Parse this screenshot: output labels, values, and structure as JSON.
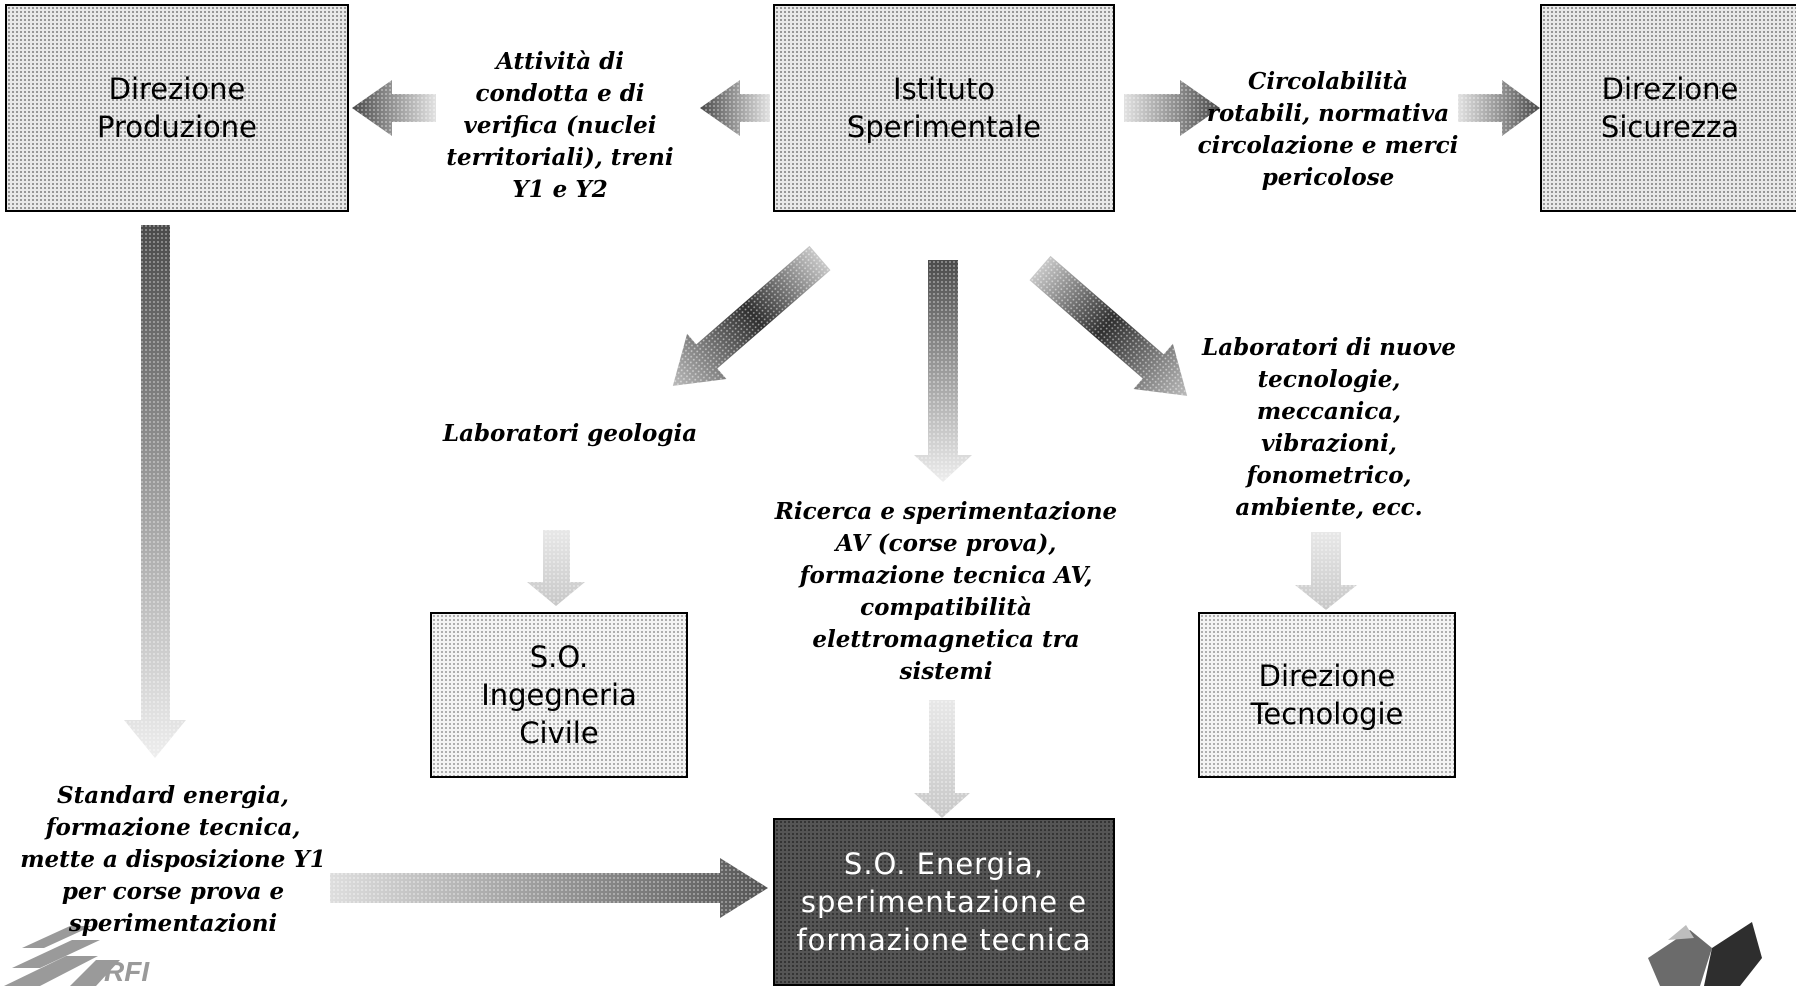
{
  "boxes": {
    "istituto": "Istituto\nSperimentale",
    "produzione": "Direzione\nProduzione",
    "sicurezza": "Direzione\nSicurezza",
    "ingegneria": "S.O.\nIngegneria\nCivile",
    "tecnologie": "Direzione\nTecnologie",
    "energia": "S.O. Energia,\nsperimentazione e\nformazione tecnica"
  },
  "labels": {
    "produzione_link": "Attività di\ncondotta e di\nverifica (nuclei\nterritoriali), treni\nY1 e Y2",
    "sicurezza_link": "Circolabilità\nrotabili, normativa\ncircolazione e merci\npericolose",
    "geologia": "Laboratori geologia",
    "ricerca": "Ricerca e sperimentazione\nAV (corse prova),\nformazione tecnica AV,\ncompatibilità\nelettromagnetica tra\nsistemi",
    "laboratori_nuove": "Laboratori di nuove\ntecnologie,\nmeccanica,\nvibrazioni,\nfonometrico,\nambiente, ecc.",
    "standard_energia": "Standard energia,\nformazione tecnica,\nmette a disposizione Y1\nper corse prova e\nsperimentazioni"
  },
  "logo": {
    "text": "RFI"
  },
  "colors": {
    "arrow_dark": "#5a5a5a",
    "arrow_light": "#dcdcdc",
    "box_dark": "#555555"
  }
}
